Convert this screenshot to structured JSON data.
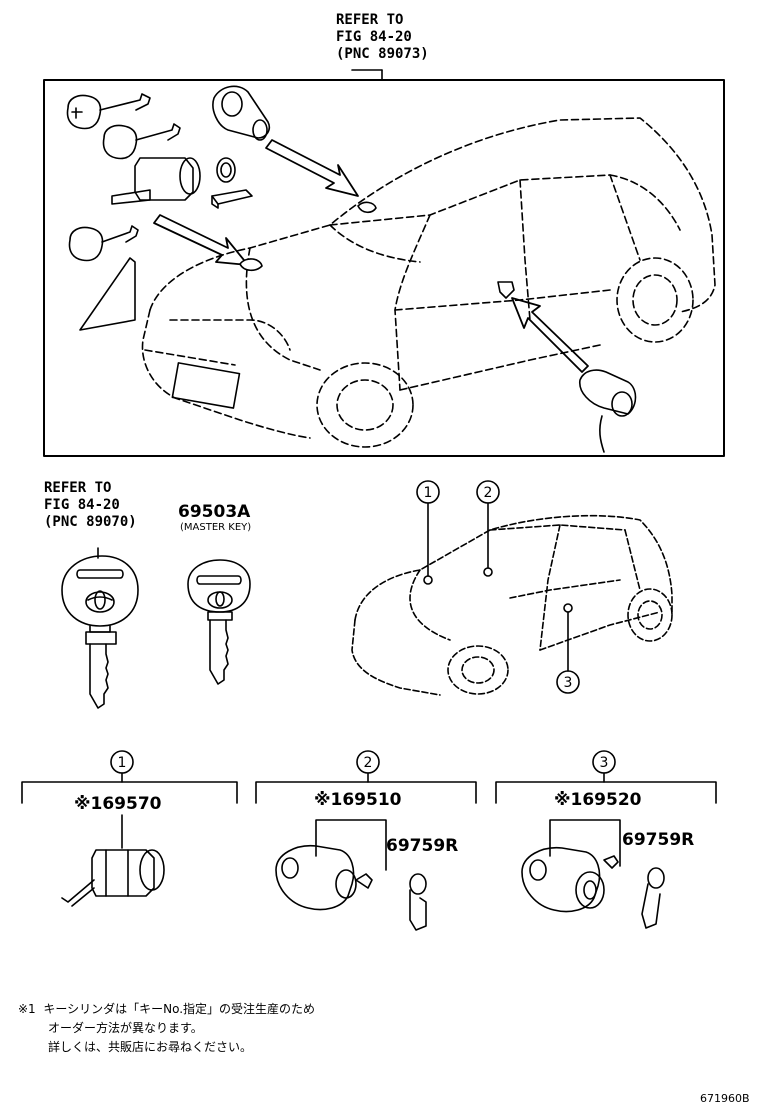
{
  "top_ref": {
    "line1": "REFER TO",
    "line2": "FIG 84-20",
    "line3": "(PNC 89073)"
  },
  "left_ref": {
    "line1": "REFER TO",
    "line2": "FIG 84-20",
    "line3": "(PNC 89070)"
  },
  "master_key": {
    "part_number": "69503A",
    "note": "(MASTER KEY)"
  },
  "callouts": {
    "c1": "1",
    "c2": "2",
    "c3": "3"
  },
  "groups": [
    {
      "number": "1",
      "part": "※169570"
    },
    {
      "number": "2",
      "part": "※169510",
      "sub_part": "69759R"
    },
    {
      "number": "3",
      "part": "※169520",
      "sub_part": "69759R"
    }
  ],
  "footnote": {
    "marker": "※1",
    "line1": "キーシリンダは「キーNo.指定」の受注生産のため",
    "line2": "オーダー方法が異なります。",
    "line3": "詳しくは、共販店にお尋ねください。"
  },
  "figure_code": "671960B"
}
